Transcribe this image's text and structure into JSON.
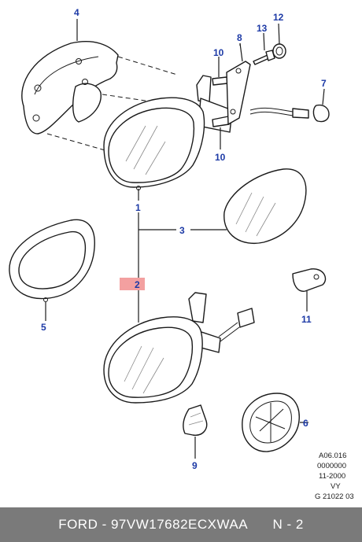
{
  "callouts": {
    "c1": "1",
    "c2": "2",
    "c3": "3",
    "c4": "4",
    "c5": "5",
    "c6": "6",
    "c7": "7",
    "c8": "8",
    "c9": "9",
    "c10a": "10",
    "c10b": "10",
    "c11": "11",
    "c12": "12",
    "c13": "13"
  },
  "reference": {
    "line1": "A06.016",
    "line2": "0000000",
    "line3": "11-2000",
    "line4": "VY",
    "line5": "G 21022 03"
  },
  "footer": {
    "part_number": "FORD - 97VW17682ECXWAA",
    "position": "N - 2"
  },
  "colors": {
    "callout": "#1d3aa6",
    "highlight": "#f3a0a0",
    "footer_bg": "#7a7a7a"
  }
}
